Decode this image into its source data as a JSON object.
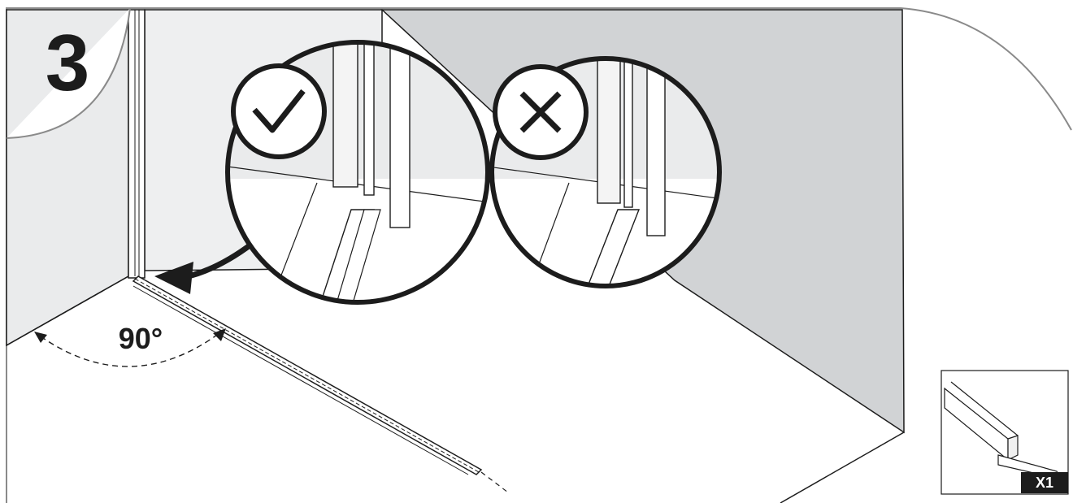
{
  "step": {
    "number": "3"
  },
  "angle": {
    "label": "90°"
  },
  "part": {
    "quantity": "X1"
  },
  "icons": {
    "correct": "checkmark-icon",
    "incorrect": "cross-icon"
  },
  "colors": {
    "line": "#1c1c1c",
    "back_wall": "#d1d3d5",
    "side_wall": "#eaebec",
    "floor": "#ffffff",
    "frame": "#8a8a8a"
  }
}
